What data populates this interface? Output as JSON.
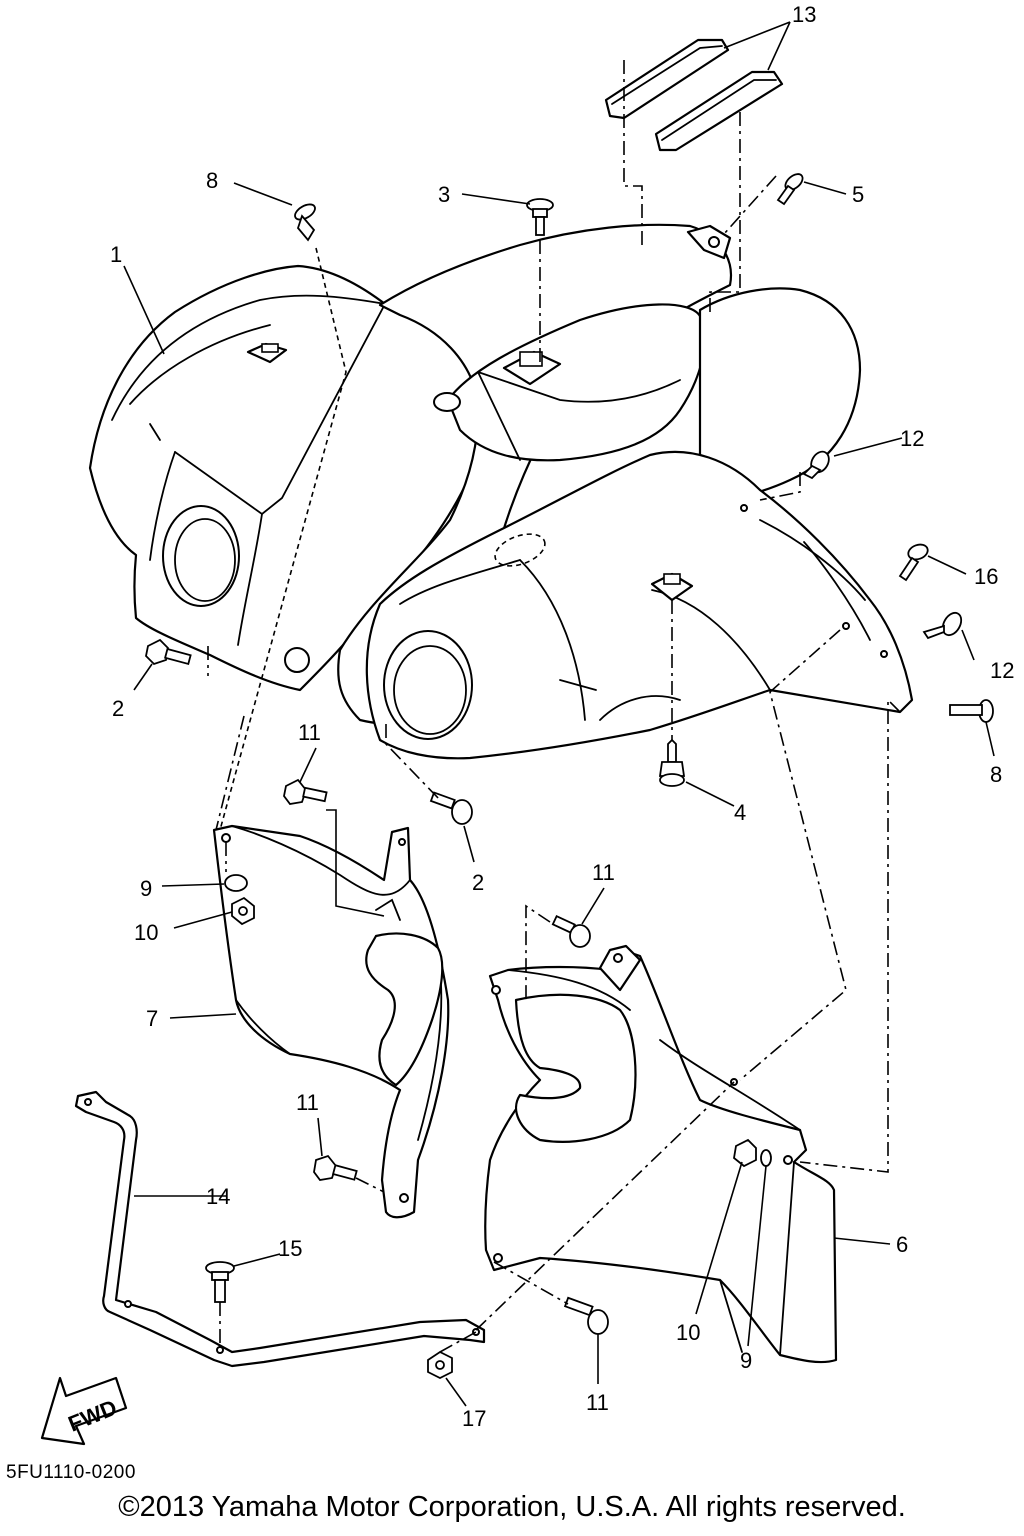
{
  "diagram": {
    "callouts": [
      {
        "id": "c1",
        "label": "1"
      },
      {
        "id": "c2a",
        "label": "2"
      },
      {
        "id": "c2b",
        "label": "2"
      },
      {
        "id": "c3",
        "label": "3"
      },
      {
        "id": "c4",
        "label": "4"
      },
      {
        "id": "c5",
        "label": "5"
      },
      {
        "id": "c6",
        "label": "6"
      },
      {
        "id": "c7",
        "label": "7"
      },
      {
        "id": "c8a",
        "label": "8"
      },
      {
        "id": "c8b",
        "label": "8"
      },
      {
        "id": "c9a",
        "label": "9"
      },
      {
        "id": "c9b",
        "label": "9"
      },
      {
        "id": "c10a",
        "label": "10"
      },
      {
        "id": "c10b",
        "label": "10"
      },
      {
        "id": "c11a",
        "label": "11"
      },
      {
        "id": "c11b",
        "label": "11"
      },
      {
        "id": "c11c",
        "label": "11"
      },
      {
        "id": "c11d",
        "label": "11"
      },
      {
        "id": "c12a",
        "label": "12"
      },
      {
        "id": "c12b",
        "label": "12"
      },
      {
        "id": "c13",
        "label": "13"
      },
      {
        "id": "c14",
        "label": "14"
      },
      {
        "id": "c15",
        "label": "15"
      },
      {
        "id": "c16",
        "label": "16"
      },
      {
        "id": "c17",
        "label": "17"
      }
    ],
    "fwd_label": "FWD",
    "diagram_code": "5FU1110-0200"
  },
  "footer": {
    "copyright": "©2013 Yamaha Motor Corporation, U.S.A. All rights reserved."
  }
}
